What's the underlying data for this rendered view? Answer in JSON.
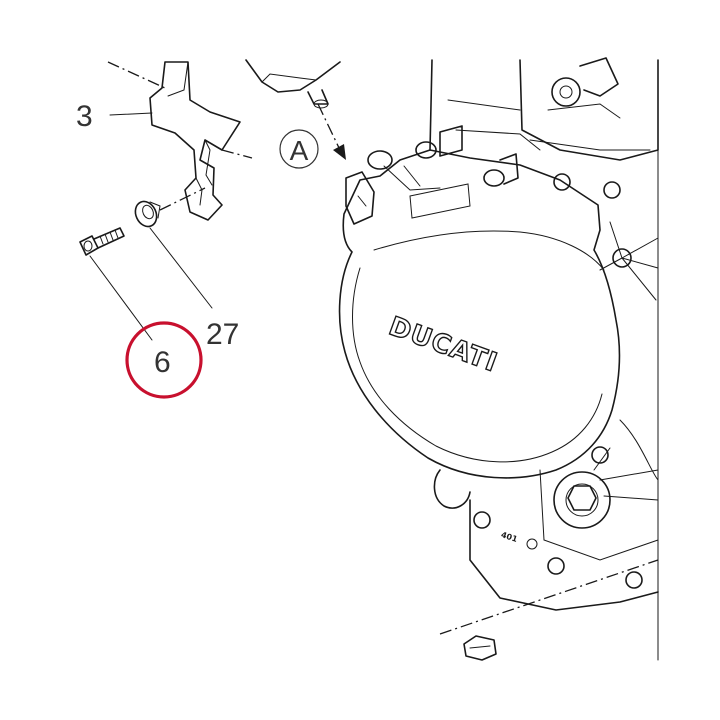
{
  "labels": {
    "part_3": "3",
    "part_27": "27",
    "part_6": "6",
    "view_a": "A",
    "brand": "DUCATI",
    "stamp": "401"
  },
  "colors": {
    "highlight": "#c8102e",
    "line": "#1a1a1a",
    "label": "#333333"
  },
  "highlighted_part": "6"
}
